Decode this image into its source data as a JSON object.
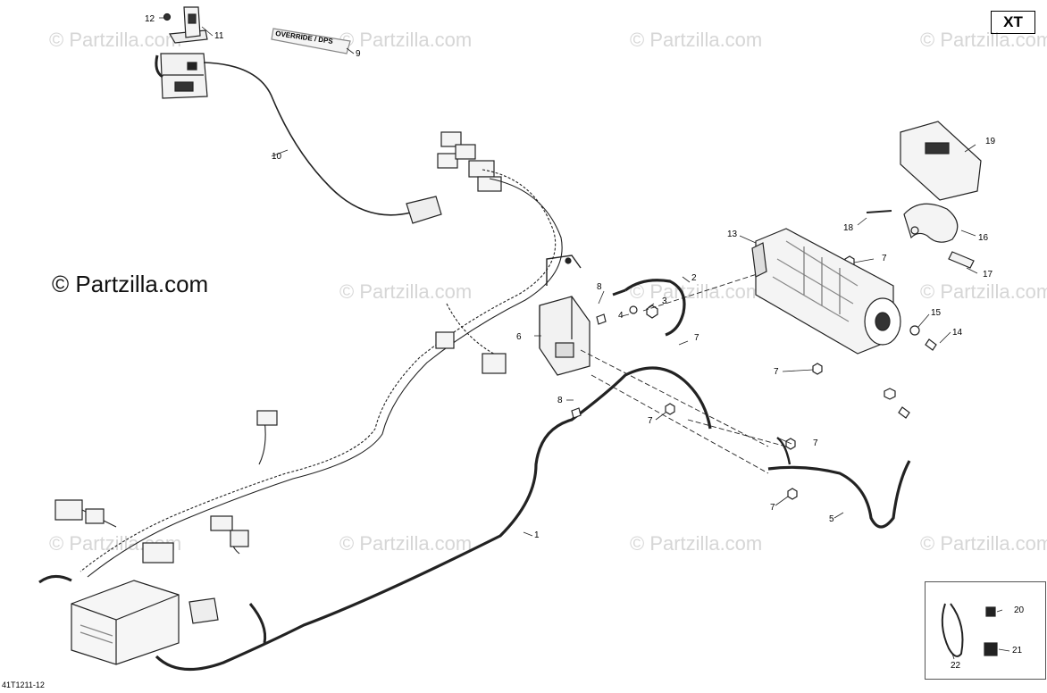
{
  "variant_badge": "XT",
  "brand": "© Partzilla.com",
  "watermark": "© Partzilla.com",
  "drawing_code": "41T1211-12",
  "label_tag_text": "OVERRIDE / DPS",
  "callouts": {
    "c1": "1",
    "c2": "2",
    "c3": "3",
    "c4": "4",
    "c5": "5",
    "c6": "6",
    "c7": "7",
    "c8": "8",
    "c9": "9",
    "c10": "10",
    "c11": "11",
    "c12": "12",
    "c13": "13",
    "c14": "14",
    "c15": "15",
    "c16": "16",
    "c17": "17",
    "c18": "18",
    "c19": "19",
    "c20": "20",
    "c21": "21",
    "c22": "22"
  }
}
